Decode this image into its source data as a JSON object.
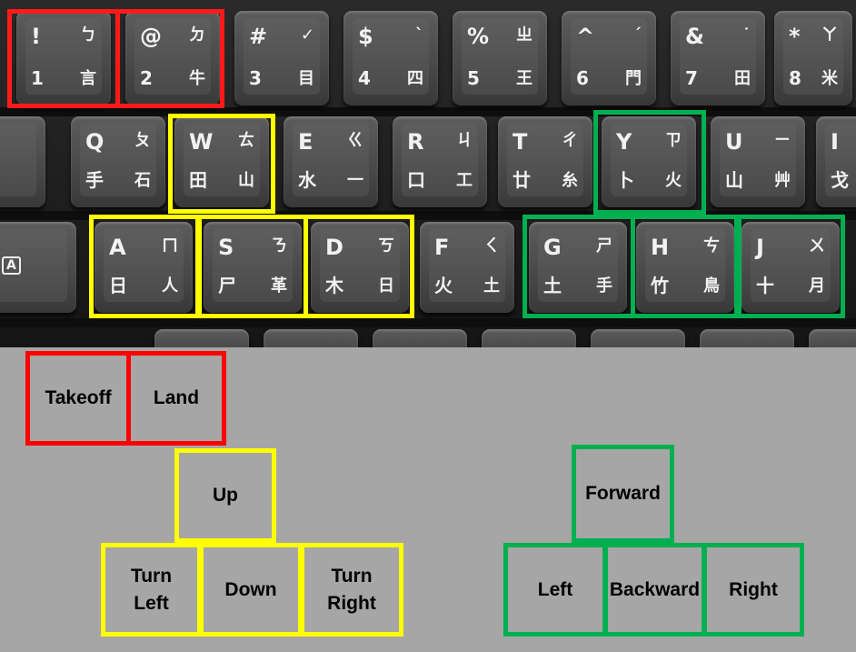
{
  "keyboard": {
    "row1": [
      {
        "tl": "!",
        "tr": "ㄅ",
        "bl": "1",
        "br": "言"
      },
      {
        "tl": "@",
        "tr": "ㄉ",
        "bl": "2",
        "br": "牛"
      },
      {
        "tl": "#",
        "tr": "✓",
        "bl": "3",
        "br": "目"
      },
      {
        "tl": "$",
        "tr": "ˋ",
        "bl": "4",
        "br": "四"
      },
      {
        "tl": "%",
        "tr": "ㄓ",
        "bl": "5",
        "br": "王"
      },
      {
        "tl": "^",
        "tr": "ˊ",
        "bl": "6",
        "br": "門"
      },
      {
        "tl": "&",
        "tr": "˙",
        "bl": "7",
        "br": "田"
      },
      {
        "tl": "*",
        "tr": "ㄚ",
        "bl": "8",
        "br": "米"
      }
    ],
    "row2": [
      {
        "tl": "Q",
        "tr": "ㄆ",
        "bl": "手",
        "br": "石"
      },
      {
        "tl": "W",
        "tr": "ㄊ",
        "bl": "田",
        "br": "山"
      },
      {
        "tl": "E",
        "tr": "ㄍ",
        "bl": "水",
        "br": "一"
      },
      {
        "tl": "R",
        "tr": "ㄐ",
        "bl": "口",
        "br": "工"
      },
      {
        "tl": "T",
        "tr": "ㄔ",
        "bl": "廿",
        "br": "糸"
      },
      {
        "tl": "Y",
        "tr": "ㄗ",
        "bl": "卜",
        "br": "火"
      },
      {
        "tl": "U",
        "tr": "ㄧ",
        "bl": "山",
        "br": "艸"
      },
      {
        "tl": "I",
        "tr": "",
        "bl": "戈",
        "br": ""
      }
    ],
    "row3": [
      {
        "tl": "A",
        "tr": "ㄇ",
        "bl": "日",
        "br": "人"
      },
      {
        "tl": "S",
        "tr": "ㄋ",
        "bl": "尸",
        "br": "革"
      },
      {
        "tl": "D",
        "tr": "ㄎ",
        "bl": "木",
        "br": "日"
      },
      {
        "tl": "F",
        "tr": "ㄑ",
        "bl": "火",
        "br": "土"
      },
      {
        "tl": "G",
        "tr": "ㄕ",
        "bl": "土",
        "br": "手"
      },
      {
        "tl": "H",
        "tr": "ㄘ",
        "bl": "竹",
        "br": "鳥"
      },
      {
        "tl": "J",
        "tr": "ㄨ",
        "bl": "十",
        "br": "月"
      }
    ],
    "left_keys": {
      "tab_glyph": "⇥",
      "caps_glyph": "A"
    }
  },
  "mapping": {
    "takeoff": "Takeoff",
    "land": "Land",
    "up": "Up",
    "turn_left": "Turn Left",
    "down": "Down",
    "turn_right": "Turn Right",
    "forward": "Forward",
    "left": "Left",
    "backward": "Backward",
    "right": "Right"
  },
  "colors": {
    "takeoff_land": "#ff0000",
    "altitude_rotation": "#ffff00",
    "movement": "#00b050",
    "background": "#a6a6a6"
  }
}
